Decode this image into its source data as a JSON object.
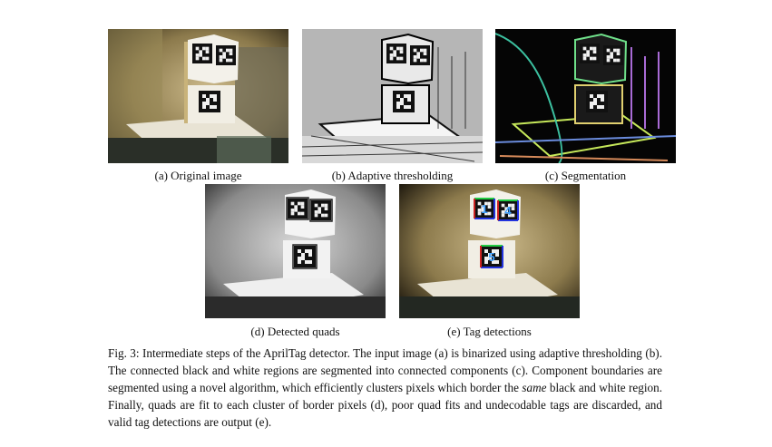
{
  "panels": [
    {
      "id": "a",
      "caption": "(a) Original image"
    },
    {
      "id": "b",
      "caption": "(b) Adaptive thresholding"
    },
    {
      "id": "c",
      "caption": "(c) Segmentation"
    },
    {
      "id": "d",
      "caption": "(d) Detected quads"
    },
    {
      "id": "e",
      "caption": "(e) Tag detections"
    }
  ],
  "figure_caption": {
    "lead": "Fig. 3: Intermediate steps of the AprilTag detector. The input image (a) is binarized using adaptive thresholding (b). The connected black and white regions are segmented into connected components (c). Component boundaries are segmented using a novel algorithm, which efficiently clusters pixels which border the ",
    "emph": "same",
    "tail": " black and white region. Finally, quads are fit to each cluster of border pixels (d), poor quad fits and undecodable tags are discarded, and valid tag detections are output (e)."
  },
  "tag_overlay_ids": [
    "1",
    "4",
    "5"
  ],
  "colors": {
    "segmentation_bg": "#050505",
    "detect_box_blue": "#2233dd",
    "detect_box_green": "#22cc44",
    "detect_box_red": "#cc2222",
    "tag_id_text": "#3fa0ff"
  }
}
